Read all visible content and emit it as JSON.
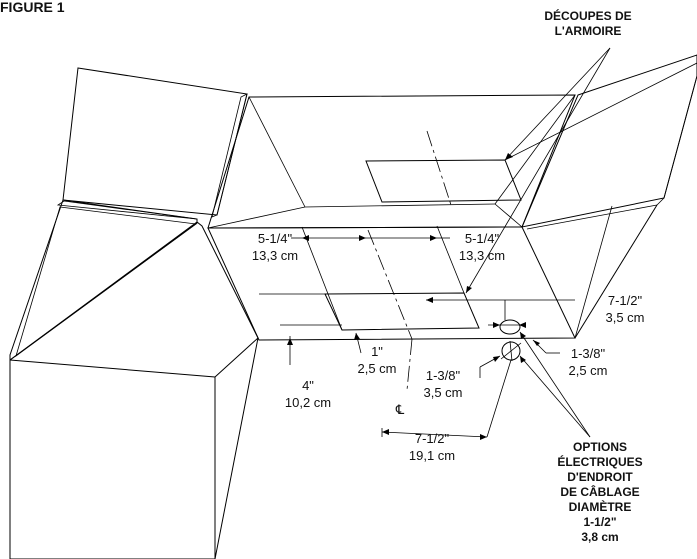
{
  "figure_label": "FIGURE 1",
  "callouts": {
    "cutouts": [
      "DÉCOUPES DE",
      "L'ARMOIRE"
    ],
    "options": [
      "OPTIONS",
      "ÉLECTRIQUES",
      "D'ENDROIT",
      "DE CÂBLAGE",
      "DIAMÈTRE",
      "1-1/2\"",
      "3,8 cm"
    ]
  },
  "dimensions": {
    "left_width": [
      "5-1/4\"",
      "13,3 cm"
    ],
    "right_width": [
      "5-1/4\"",
      "13,3 cm"
    ],
    "right_offset": [
      "7-1/2\"",
      "3,5 cm"
    ],
    "inset": [
      "1\"",
      "2,5 cm"
    ],
    "bottom_offset": [
      "4\"",
      "10,2 cm"
    ],
    "hole_spacing": [
      "1-3/8\"",
      "3,5 cm"
    ],
    "hole_edge": [
      "1-3/8\"",
      "2,5 cm"
    ],
    "hole_center": [
      "7-1/2\"",
      "19,1 cm"
    ]
  },
  "centerline_symbol": "℄"
}
